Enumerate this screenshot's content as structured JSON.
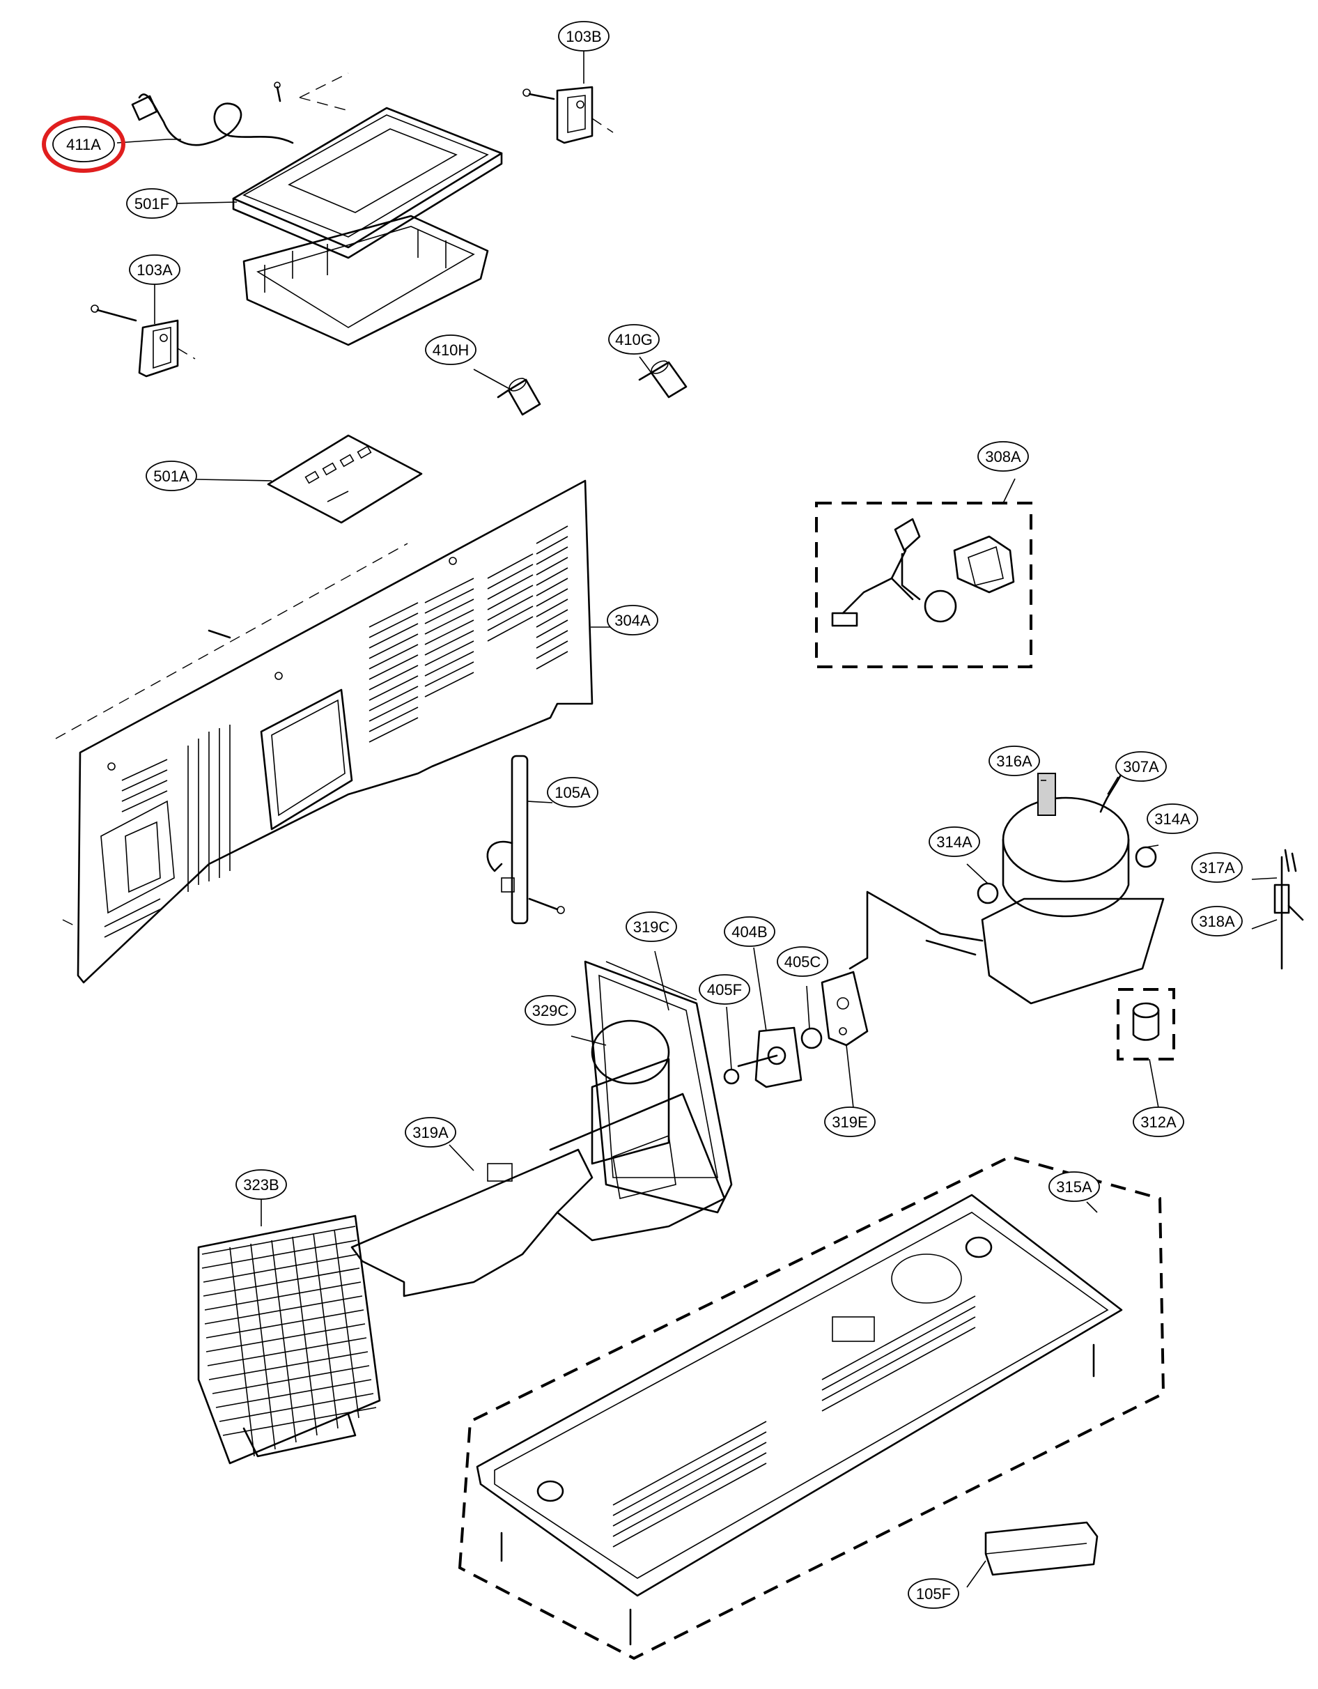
{
  "labels": [
    {
      "id": "103B",
      "text": "103B"
    },
    {
      "id": "411A",
      "text": "411A",
      "highlighted": true
    },
    {
      "id": "501F",
      "text": "501F"
    },
    {
      "id": "103A",
      "text": "103A"
    },
    {
      "id": "410H",
      "text": "410H"
    },
    {
      "id": "410G",
      "text": "410G"
    },
    {
      "id": "501A",
      "text": "501A"
    },
    {
      "id": "308A",
      "text": "308A"
    },
    {
      "id": "304A",
      "text": "304A"
    },
    {
      "id": "105A",
      "text": "105A"
    },
    {
      "id": "316A",
      "text": "316A"
    },
    {
      "id": "307A",
      "text": "307A"
    },
    {
      "id": "314A_left",
      "text": "314A"
    },
    {
      "id": "314A_right",
      "text": "314A"
    },
    {
      "id": "317A",
      "text": "317A"
    },
    {
      "id": "318A",
      "text": "318A"
    },
    {
      "id": "319C",
      "text": "319C"
    },
    {
      "id": "404B",
      "text": "404B"
    },
    {
      "id": "405C",
      "text": "405C"
    },
    {
      "id": "405F",
      "text": "405F"
    },
    {
      "id": "329C",
      "text": "329C"
    },
    {
      "id": "319E",
      "text": "319E"
    },
    {
      "id": "312A",
      "text": "312A"
    },
    {
      "id": "319A",
      "text": "319A"
    },
    {
      "id": "323B",
      "text": "323B"
    },
    {
      "id": "315A",
      "text": "315A"
    },
    {
      "id": "105F",
      "text": "105F"
    }
  ],
  "highlight_color": "#e01e1e"
}
